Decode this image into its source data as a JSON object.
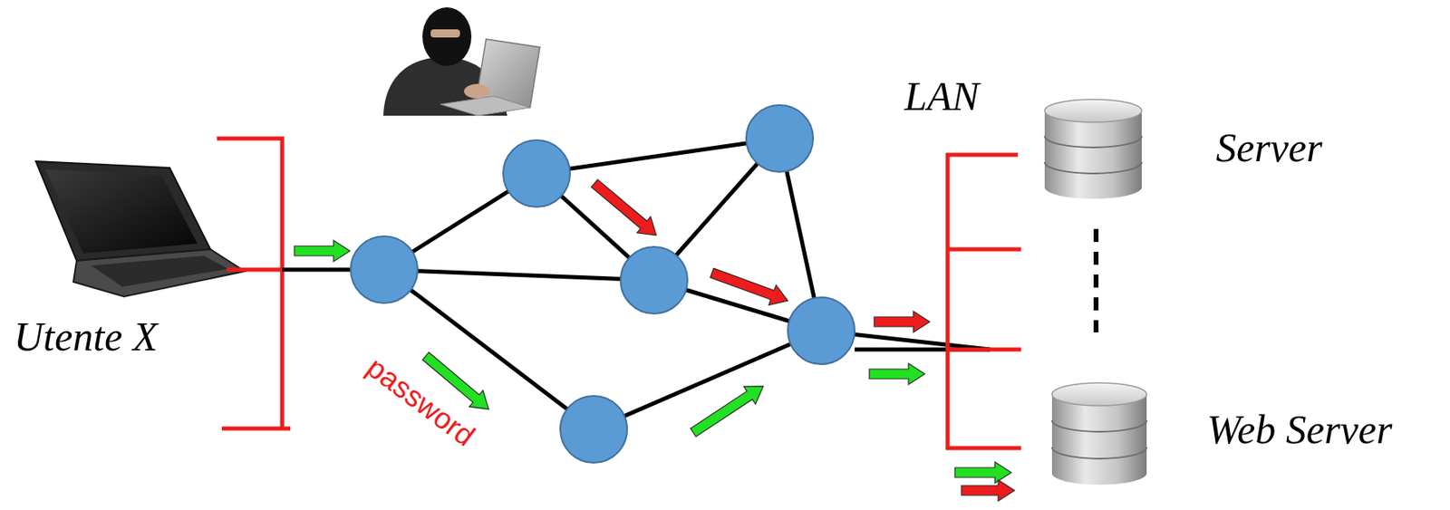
{
  "diagram": {
    "labels": [
      "Utente X",
      "password",
      "LAN",
      "Server",
      "Web Server"
    ]
  }
}
